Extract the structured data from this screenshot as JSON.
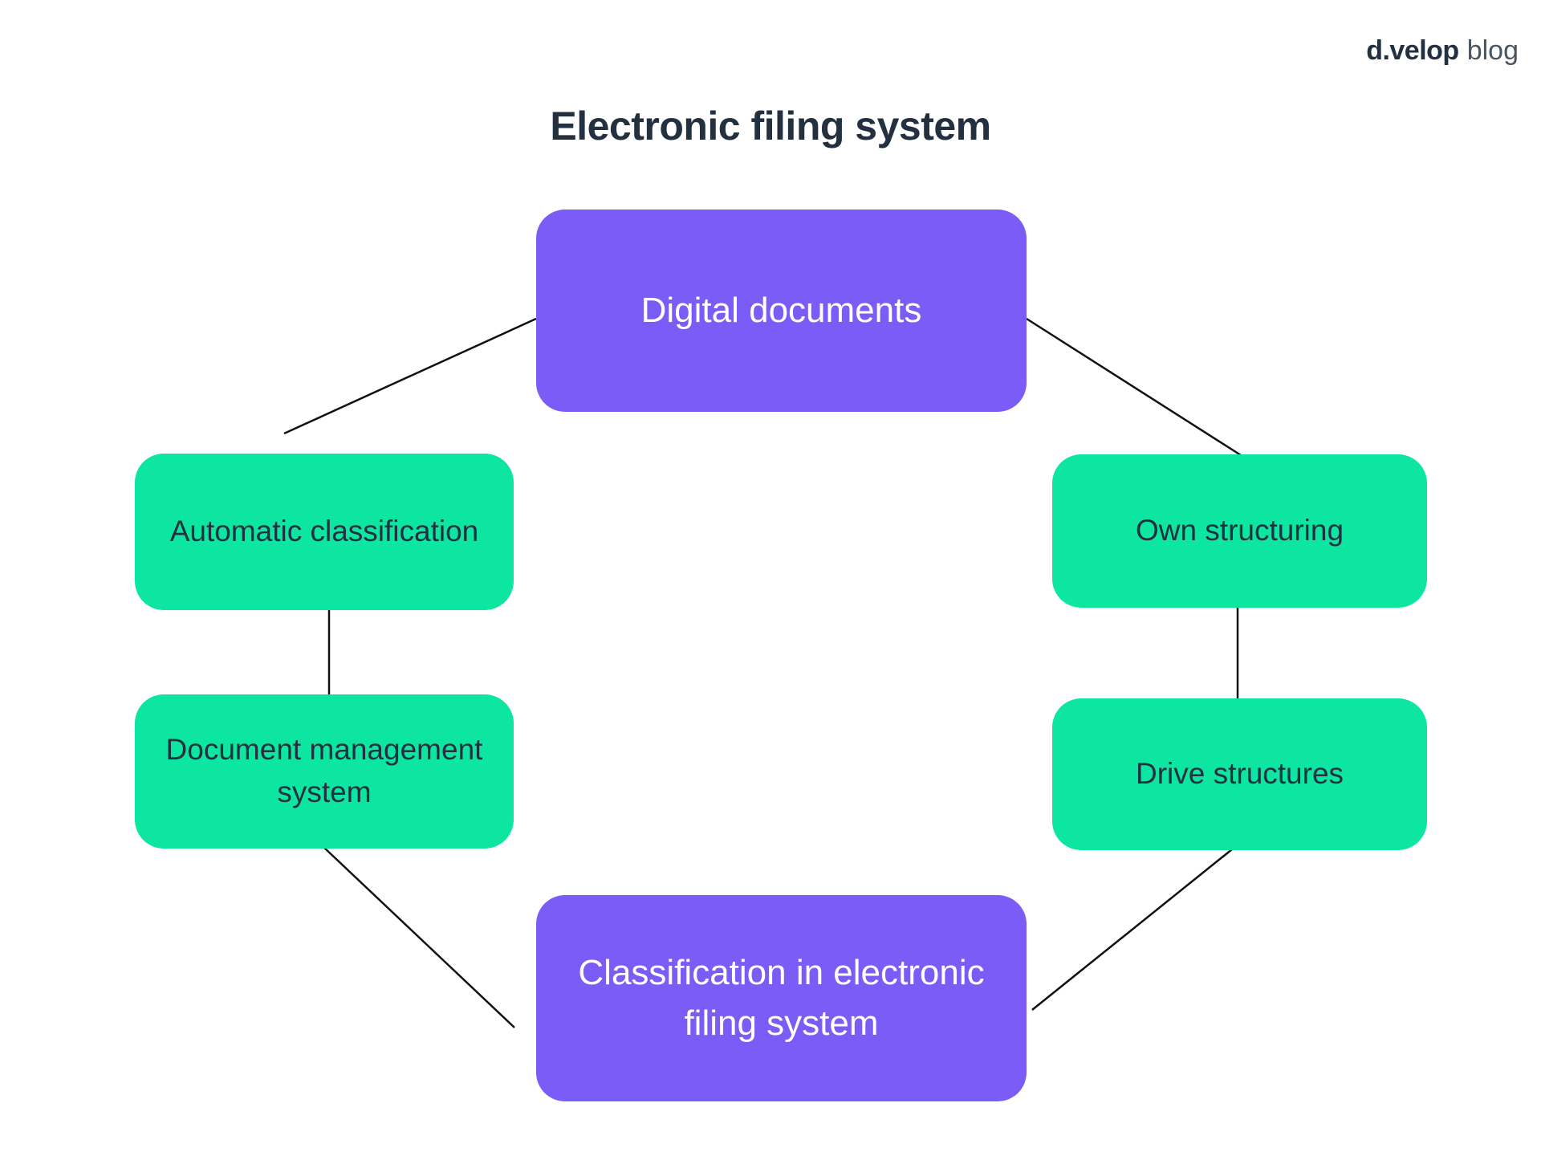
{
  "header": {
    "logo": {
      "primary": "d.velop",
      "secondary": "blog"
    }
  },
  "title": "Electronic filing system",
  "colors": {
    "purple": "#7B5CF6",
    "green": "#0CE6A0",
    "text-dark": "#233040",
    "text-light": "#FFFFFF",
    "line": "#111111",
    "background": "#FFFFFF"
  },
  "diagram": {
    "type": "cycle",
    "nodes": [
      {
        "id": "digital-documents",
        "label": "Digital documents",
        "color": "purple",
        "position": "top-center"
      },
      {
        "id": "own-structuring",
        "label": "Own structuring",
        "color": "green",
        "position": "right-upper"
      },
      {
        "id": "drive-structures",
        "label": "Drive structures",
        "color": "green",
        "position": "right-lower"
      },
      {
        "id": "classification-in-electronic-filing-system",
        "label": "Classification in electronic filing system",
        "color": "purple",
        "position": "bottom-center"
      },
      {
        "id": "document-management-system",
        "label": "Document management system",
        "color": "green",
        "position": "left-lower"
      },
      {
        "id": "automatic-classification",
        "label": "Automatic classification",
        "color": "green",
        "position": "left-upper"
      }
    ],
    "edges": [
      {
        "from": "digital-documents",
        "to": "automatic-classification"
      },
      {
        "from": "digital-documents",
        "to": "own-structuring"
      },
      {
        "from": "automatic-classification",
        "to": "document-management-system"
      },
      {
        "from": "own-structuring",
        "to": "drive-structures"
      },
      {
        "from": "document-management-system",
        "to": "classification-in-electronic-filing-system"
      },
      {
        "from": "drive-structures",
        "to": "classification-in-electronic-filing-system"
      }
    ]
  }
}
